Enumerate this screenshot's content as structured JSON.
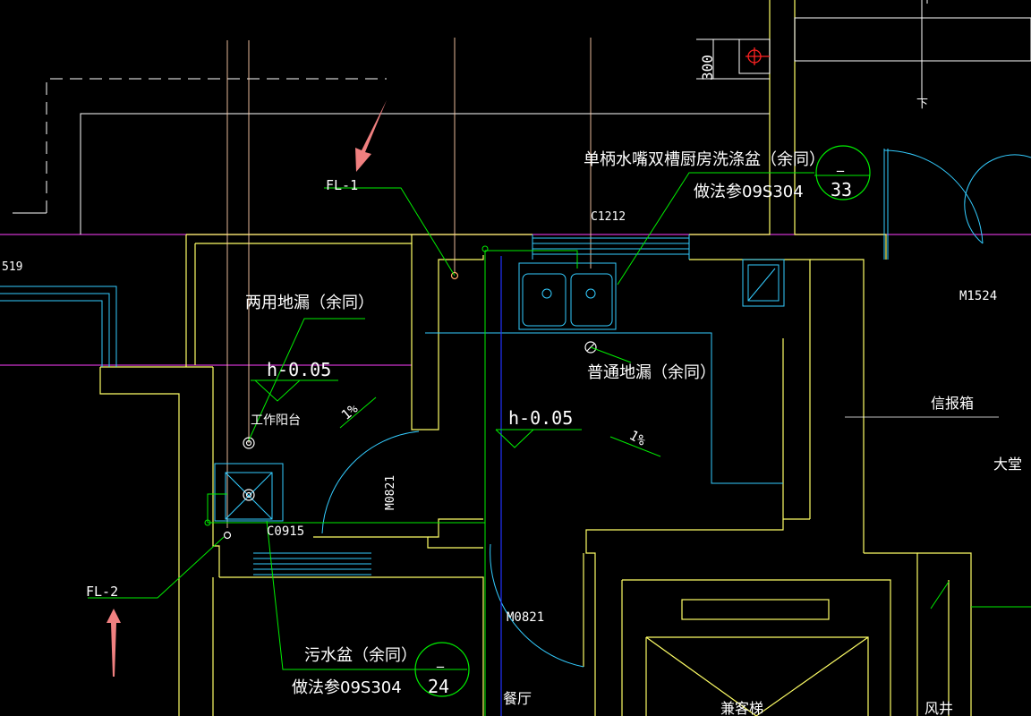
{
  "colors": {
    "background": "#000000",
    "wall": "#ffff66",
    "pipe_white": "#ffffff",
    "fixture": "#33ccff",
    "leader": "#00ee00",
    "axis": "#cc33cc",
    "blue_line": "#2233ff",
    "red_arrow": "#f08080",
    "red_symbol": "#ff2222",
    "dim": "#ffffff"
  },
  "labels": {
    "fl1": "FL-1",
    "fl2": "FL-2",
    "sink_name": "单柄水嘴双槽厨房洗涤盆（余同）",
    "sink_ref": "做法参09S304",
    "sink_ref_top": "_",
    "sink_ref_num": "33",
    "window_c1212": "C1212",
    "dual_drain": "两用地漏（余同）",
    "h1": "h-0.05",
    "slope1": "1%",
    "balcony": "工作阳台",
    "normal_drain": "普通地漏（余同）",
    "h2": "h-0.05",
    "slope2": "1%",
    "door_m0821_v": "M0821",
    "window_c0915": "C0915",
    "door_m0821_h": "M0821",
    "mop_sink": "污水盆（余同）",
    "mop_ref": "做法参09S304",
    "mop_ref_top": "_",
    "mop_ref_num": "24",
    "dining": "餐厅",
    "door_m1524": "M1524",
    "mailbox": "信报箱",
    "lobby": "大堂",
    "stair": "兼客梯",
    "shaft": "风井",
    "dim_300": "300",
    "down": "下",
    "axis_519": "519"
  }
}
